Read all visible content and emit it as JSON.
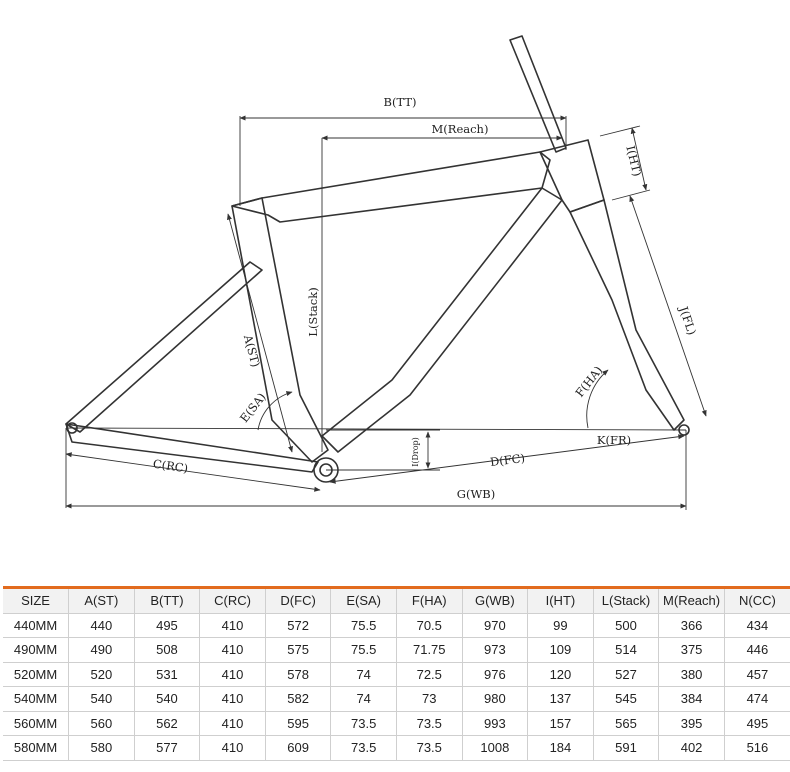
{
  "diagram": {
    "labels": {
      "tt": "B(TT)",
      "reach": "M(Reach)",
      "ht": "I(HT)",
      "fl": "J(FL)",
      "stack": "L(Stack)",
      "st": "A(ST)",
      "sa": "E(SA)",
      "ha": "F(HA)",
      "fr": "K(FR)",
      "rc": "C(RC)",
      "drop": "I(Drop)",
      "fc": "D(FC)",
      "wb": "G(WB)"
    }
  },
  "table": {
    "columns": [
      "SIZE",
      "A(ST)",
      "B(TT)",
      "C(RC)",
      "D(FC)",
      "E(SA)",
      "F(HA)",
      "G(WB)",
      "I(HT)",
      "L(Stack)",
      "M(Reach)",
      "N(CC)"
    ],
    "rows": [
      [
        "440MM",
        "440",
        "495",
        "410",
        "572",
        "75.5",
        "70.5",
        "970",
        "99",
        "500",
        "366",
        "434"
      ],
      [
        "490MM",
        "490",
        "508",
        "410",
        "575",
        "75.5",
        "71.75",
        "973",
        "109",
        "514",
        "375",
        "446"
      ],
      [
        "520MM",
        "520",
        "531",
        "410",
        "578",
        "74",
        "72.5",
        "976",
        "120",
        "527",
        "380",
        "457"
      ],
      [
        "540MM",
        "540",
        "540",
        "410",
        "582",
        "74",
        "73",
        "980",
        "137",
        "545",
        "384",
        "474"
      ],
      [
        "560MM",
        "560",
        "562",
        "410",
        "595",
        "73.5",
        "73.5",
        "993",
        "157",
        "565",
        "395",
        "495"
      ],
      [
        "580MM",
        "580",
        "577",
        "410",
        "609",
        "73.5",
        "73.5",
        "1008",
        "184",
        "591",
        "402",
        "516"
      ]
    ]
  }
}
